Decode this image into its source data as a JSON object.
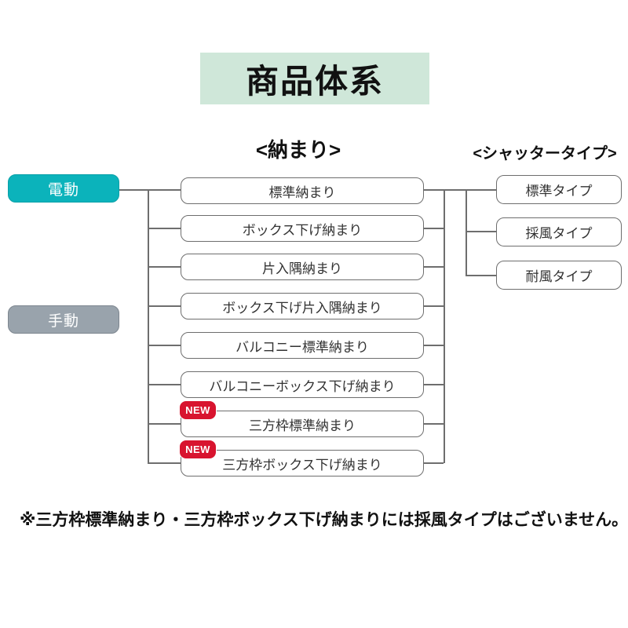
{
  "title": "商品体系",
  "headers": {
    "osamari": "<納まり>",
    "shutter_type": "<シャッタータイプ>"
  },
  "drive": {
    "electric": "電動",
    "manual": "手動"
  },
  "osamari_items": [
    {
      "label": "標準納まり",
      "is_new": false
    },
    {
      "label": "ボックス下げ納まり",
      "is_new": false
    },
    {
      "label": "片入隅納まり",
      "is_new": false
    },
    {
      "label": "ボックス下げ片入隅納まり",
      "is_new": false
    },
    {
      "label": "バルコニー標準納まり",
      "is_new": false
    },
    {
      "label": "バルコニーボックス下げ納まり",
      "is_new": false
    },
    {
      "label": "三方枠標準納まり",
      "is_new": true
    },
    {
      "label": "三方枠ボックス下げ納まり",
      "is_new": true
    }
  ],
  "shutter_types": [
    {
      "label": "標準タイプ"
    },
    {
      "label": "採風タイプ"
    },
    {
      "label": "耐風タイプ"
    }
  ],
  "badge": {
    "new_label": "NEW"
  },
  "footnote": "※三方枠標準納まり・三方枠ボックス下げ納まりには採風タイプはございません。",
  "colors": {
    "title_bg": "#cfe7d9",
    "electric_bg": "#0bb3bb",
    "manual_bg": "#99a3ac",
    "new_badge_bg": "#d8142f",
    "node_border": "#6e6e6e",
    "line": "#6e6e6e"
  }
}
